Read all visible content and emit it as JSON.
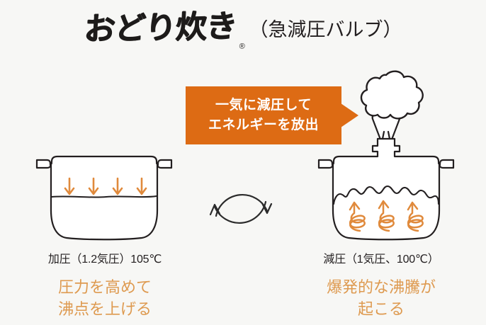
{
  "background_color": "#f7f7f5",
  "colors": {
    "callout_orange": "#dd6b14",
    "arrow_orange": "#e08a3c",
    "caption_orange": "#de9a50",
    "outline_black": "#231f20",
    "text_black": "#231f20"
  },
  "title": {
    "brand": "おどり炊き",
    "registered_mark": "®",
    "subtitle": "（急減圧バルブ）"
  },
  "callout": {
    "line1": "一気に減圧して",
    "line2": "エネルギーを放出",
    "tail_direction": "right"
  },
  "figures": {
    "left_pot": {
      "name": "pressurized-pot",
      "arrow_count": 4,
      "arrow_direction": "down",
      "water_surface": "flat",
      "has_valve": false,
      "has_steam": false
    },
    "cycle": {
      "name": "cycle-arrows",
      "direction": "clockwise",
      "arrow_count": 2
    },
    "right_pot": {
      "name": "depressurized-pot",
      "spiral_count": 3,
      "arrow_direction": "up",
      "water_surface": "wavy",
      "has_valve": true,
      "has_steam": true
    }
  },
  "captions": {
    "left": {
      "heading": "加圧（1.2気圧）105℃",
      "body_line1": "圧力を高めて",
      "body_line2": "沸点を上げる"
    },
    "right": {
      "heading": "減圧（1気圧、100℃）",
      "body_line1": "爆発的な沸騰が",
      "body_line2": "起こる"
    }
  }
}
